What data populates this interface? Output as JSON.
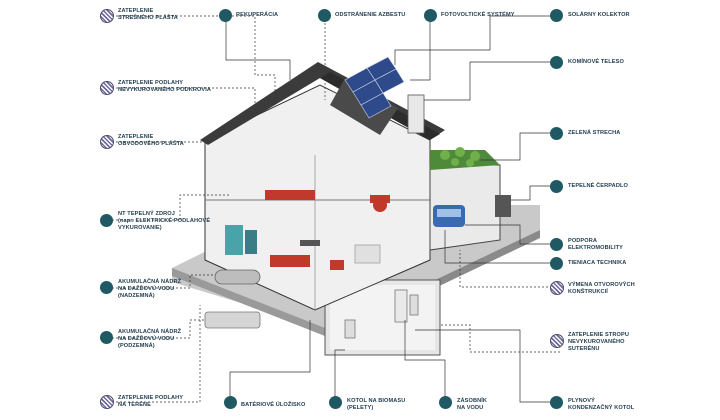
{
  "colors": {
    "node_solid": "#1f5a64",
    "node_hatched": "#6f6b9a",
    "label_text": "#1f3b4d",
    "line": "#333333",
    "roof": "#3b3b3b",
    "panel": "#2f4a8a",
    "green_roof": "#4f8a3a",
    "car": "#3a6ab0"
  },
  "labels": {
    "zateplenie_strecheho": [
      "ZATEPLENIE",
      "STREŠNÉHO PLÁŠTA"
    ],
    "zateplenie_podlahy_nevyk": [
      "ZATEPLENIE PODLAHY",
      "NEVYKUROVANÉHO PODKROVIA"
    ],
    "zateplenie_obvodoveho": [
      "ZATEPLENIE",
      "OBVODOVÉHO PLÁŠTA"
    ],
    "nt_tepelny_zdroj": [
      "NT TEPELNÝ ZDROJ",
      "(napr. ELEKTRICKÉ PODLAHOVÉ",
      "VYKUROVANIE)"
    ],
    "akumulacna_nadzemna": [
      "AKUMULAČNÁ NÁDRŽ",
      "NA DAŽĎOVÚ VODU",
      "(NADZEMNÁ)"
    ],
    "akumulacna_podzemna": [
      "AKUMULAČNÁ NÁDRŽ",
      "NA DAŽĎOVÚ VODU",
      "(PODZEMNÁ)"
    ],
    "zateplenie_podlahy_terene": [
      "ZATEPLENIE PODLAHY",
      "NA TERÉNE"
    ],
    "rekuperacia": [
      "REKUPERÁCIA"
    ],
    "odstranenie_azbestu": [
      "ODSTRÁNENIE AZBESTU"
    ],
    "fotovoltaicke": [
      "FOTOVOLTICKÉ SYSTÉMY"
    ],
    "solarny_kolektor": [
      "SOLÁRNY KOLEKTOR"
    ],
    "kominove_teleso": [
      "KOMÍNOVÉ TELESO"
    ],
    "zelena_strecha": [
      "ZELENÁ STRECHA"
    ],
    "tepelne_cerpadlo": [
      "TEPELNÉ ČERPADLO"
    ],
    "podpora_elektromobility": [
      "PODPORA",
      "ELEKTROMOBILITY"
    ],
    "tieniaca_technika": [
      "TIENIACA TECHNIKA"
    ],
    "vymena_otvorovych": [
      "VÝMENA OTVOROVÝCH",
      "KONŠTRUKCIÍ"
    ],
    "zateplenie_stropu": [
      "ZATEPLENIE STROPU",
      "NEVYKUROVANÉHO",
      "SUTERÉNU"
    ],
    "plynovy_kotol": [
      "PLYNOVÝ",
      "KONDENZAČNÝ KOTOL"
    ],
    "zasobnik_na_vodu": [
      "ZÁSOBNÍK",
      "NA VODU"
    ],
    "kotol_na_biomasu": [
      "KOTOL NA BIOMASU",
      "(PELETY)"
    ],
    "baterkove_ulozisko": [
      "BATÉRIOVÉ ÚLOŽISKO"
    ]
  }
}
